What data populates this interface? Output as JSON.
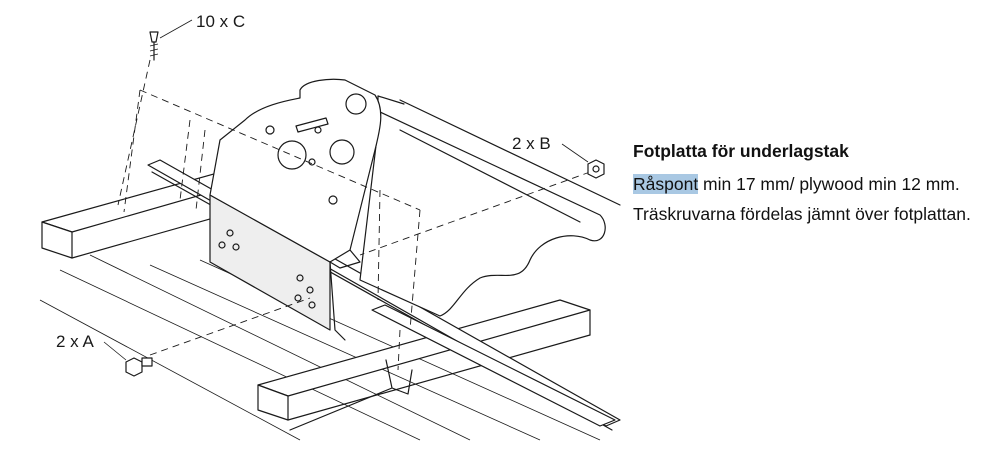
{
  "diagram": {
    "labels": {
      "label_c": "10 x C",
      "label_b": "2 x B",
      "label_a": "2 x A"
    }
  },
  "text": {
    "heading": "Fotplatta för underlagstak",
    "para1_highlight": "Råspont",
    "para1_rest": " min 17 mm/ plywood min 12 mm.",
    "para2": "Träskruvarna fördelas jämnt över fotplattan."
  },
  "colors": {
    "highlight": "#a9c8e3",
    "line": "#1a1a1a"
  }
}
